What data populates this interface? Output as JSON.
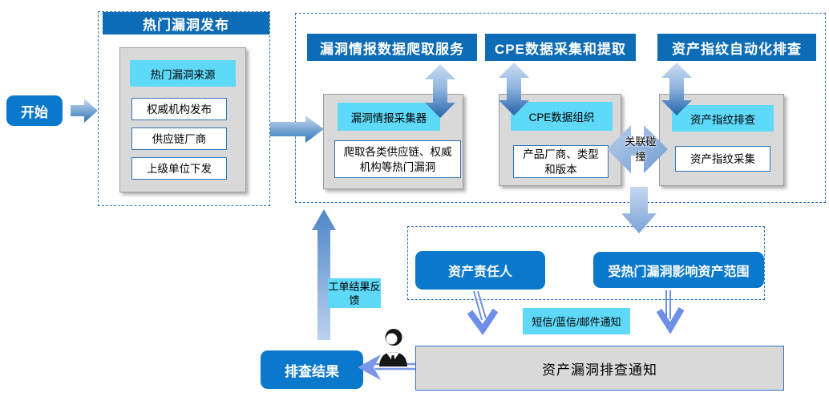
{
  "accent_colors": {
    "header_blue": "#0E6CB6",
    "button_blue": "#0A78CB",
    "cyan": "#5ED9F8",
    "gray_fill": "#D9D9D9",
    "blue_border": "#2E75B6",
    "arrow_periwinkle": "#7B96E8"
  },
  "start": {
    "label": "开始"
  },
  "section_hot_vuln": {
    "title": "热门漏洞发布",
    "source": "热门漏洞来源",
    "items": [
      "权威机构发布",
      "供应链厂商",
      "上级单位下发"
    ]
  },
  "section_crawl": {
    "title": "漏洞情报数据爬取服务",
    "collector": "漏洞情报采集器",
    "desc": "爬取各类供应链、权威机构等热门漏洞"
  },
  "section_cpe": {
    "title": "CPE数据采集和提取",
    "organizer": "CPE数据组织",
    "desc": "产品厂商、类型和版本"
  },
  "section_fingerprint": {
    "title": "资产指纹自动化排查",
    "check": "资产指纹排查",
    "collect": "资产指纹采集"
  },
  "correlation_label": "关联碰撞",
  "section_notify": {
    "owner": "资产责任人",
    "scope": "受热门漏洞影响资产范围",
    "channel": "短信/蓝信/邮件通知",
    "notice": "资产漏洞排查通知"
  },
  "result": {
    "label": "排查结果",
    "feedback": "工单结果反馈"
  }
}
